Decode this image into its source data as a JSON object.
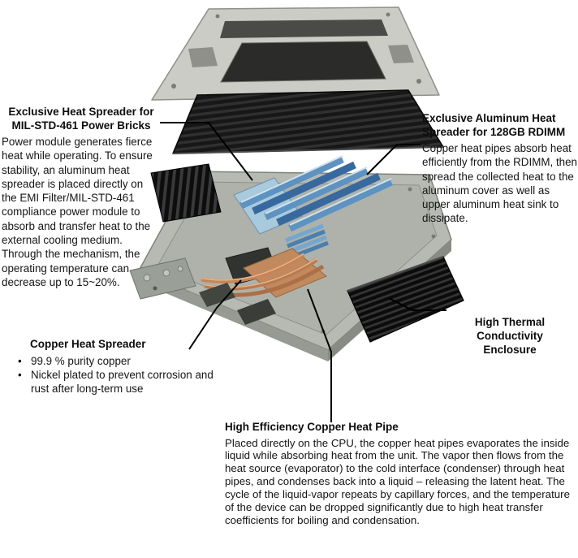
{
  "diagram": {
    "alt": "Exploded view of a rugged fanless computer showing thermal design layers",
    "parts": {
      "top_cover": "aluminum-top-cover-plate",
      "heat_sink_layer": "upper-aluminum-heat-sink-layer",
      "chassis": "conduction-cooled-chassis",
      "power_brick": "power-brick-heat-spreader",
      "rdimm_modules": "rdimm-modules-with-heat-spreader",
      "cpu_spreader": "cpu-heat-spreader",
      "copper_pipes": "copper-heat-pipes",
      "enclosure_heatsink": "finned-enclosure-heat-sink",
      "side_bracket": "side-mounting-bracket"
    },
    "colors": {
      "cover_gray": "#cbccc6",
      "chassis_gray": "#b6bab2",
      "heatsink_black": "#141414",
      "rdimm_blue": "#5d92c1",
      "rdimm_dark_blue": "#38699e",
      "spreader_cyan": "#a9cadd",
      "copper": "#b97a4e",
      "callout_line": "#000000",
      "text": "#141414"
    }
  },
  "annotations": {
    "power_brick": {
      "title": "Exclusive Heat Spreader for MIL-STD-461 Power Bricks",
      "body": "Power module generates fierce heat while operating. To ensure stability, an aluminum heat spreader is placed directly on the EMI Filter/MIL-STD-461 compliance power module to absorb and transfer heat to the external cooling medium. Through the mechanism, the operating temperature can decrease up to 15~20%."
    },
    "rdimm": {
      "title": "Exclusive Aluminum Heat Spreader for 128GB RDIMM",
      "body": "Copper heat pipes absorb heat efficiently from the RDIMM, then spread the collected heat to the aluminum cover as well as upper aluminum heat sink to dissipate."
    },
    "enclosure": {
      "title": "High Thermal Conductivity Enclosure"
    },
    "copper_spreader": {
      "title": "Copper Heat Spreader",
      "bullets": [
        "99.9 % purity copper",
        "Nickel plated to prevent corrosion and rust after long-term use"
      ]
    },
    "heat_pipe": {
      "title": "High Efficiency Copper Heat Pipe",
      "body": "Placed directly on the CPU, the copper heat pipes evaporates the inside liquid while absorbing heat from the unit. The vapor then flows from the heat source (evaporator) to the cold interface (condenser) through heat pipes, and condenses back into a liquid – releasing the latent heat. The cycle of the liquid-vapor repeats by capillary forces, and the temperature of the device can be dropped significantly due to high heat transfer coefficients for boiling and condensation."
    }
  }
}
